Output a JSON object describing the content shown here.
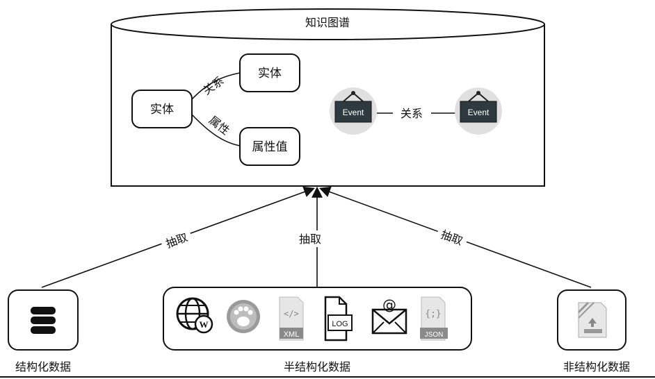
{
  "kg": {
    "title": "知识图谱",
    "entity": "实体",
    "entity2": "实体",
    "attr_value": "属性值",
    "rel_label": "关系",
    "attr_label": "属性",
    "event1": "Event",
    "event2": "Event",
    "event_rel": "关系"
  },
  "arrows": {
    "left": "抽取",
    "mid": "抽取",
    "right": "抽取"
  },
  "sources": {
    "structured": "结构化数据",
    "semi": "半结构化数据",
    "unstructured": "非结构化数据"
  },
  "semi_icons": [
    {
      "name": "web-icon",
      "text": "W"
    },
    {
      "name": "paw-icon",
      "text": ""
    },
    {
      "name": "xml-icon",
      "text": "XML"
    },
    {
      "name": "log-icon",
      "text": "LOG"
    },
    {
      "name": "email-icon",
      "text": "@"
    },
    {
      "name": "json-icon",
      "text": "JSON"
    }
  ],
  "json_braces": "{;}",
  "xml_tag": "</>"
}
